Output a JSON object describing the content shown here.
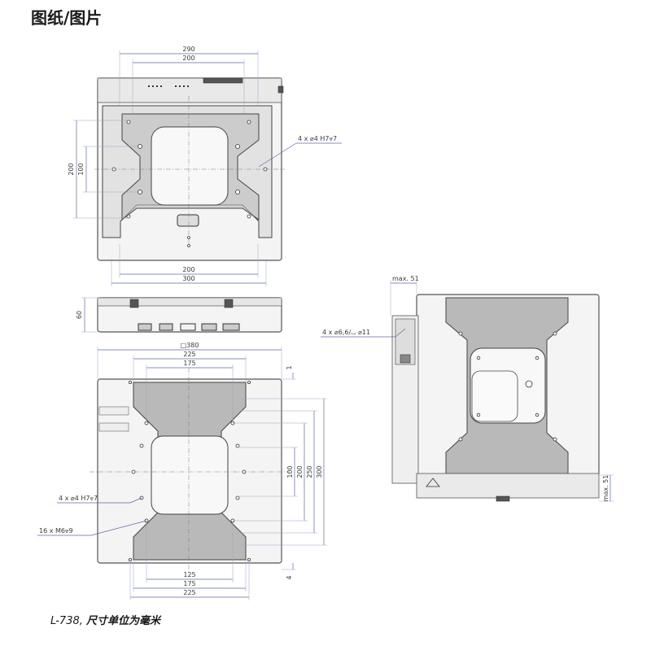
{
  "page": {
    "heading": "图纸/图片"
  },
  "top_view": {
    "dim_top_outer": "290",
    "dim_top_inner": "200",
    "dim_left_outer": "200",
    "dim_left_inner": "100",
    "dim_bottom_inner": "200",
    "dim_bottom_outer": "300",
    "hole_callout": "4 x ⌀4 H7⩔7"
  },
  "side_view": {
    "height_dim": "60"
  },
  "bottom_view": {
    "dim_square": "□380",
    "dim_top_1": "225",
    "dim_top_2": "175",
    "dim_right_small": "1",
    "dim_right_1": "100",
    "dim_right_2": "200",
    "dim_right_3": "250",
    "dim_right_4": "300",
    "dim_bottom_small": "4",
    "dim_bottom_1": "125",
    "dim_bottom_2": "175",
    "dim_bottom_3": "225",
    "callout_holes": "4 x ⌀4 H7⩔7",
    "callout_threads": "16 x M6⩔9"
  },
  "right_view": {
    "dim_max_top": "max. 51",
    "dim_max_right": "max. 51",
    "callout": "4 x ⌀6,6/⌴ ⌀11"
  },
  "caption": {
    "model": "L-738,",
    "text": "尺寸单位为毫米"
  }
}
